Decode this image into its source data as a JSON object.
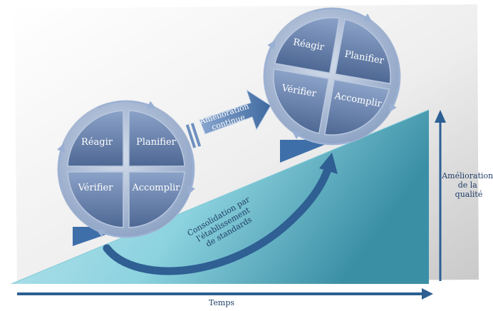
{
  "cycles": [
    {
      "quadrants": {
        "top_left": "Réagir",
        "top_right": "Planifier",
        "bottom_left": "Vérifier",
        "bottom_right": "Accomplir"
      }
    },
    {
      "quadrants": {
        "top_left": "Réagir",
        "top_right": "Planifier",
        "bottom_left": "Vérifier",
        "bottom_right": "Accomplir"
      }
    }
  ],
  "labels": {
    "continuous_improvement": [
      "Amélioration",
      "continue"
    ],
    "consolidation": [
      "Consolidation par",
      "l'établissement",
      "de standards"
    ],
    "quality_axis": [
      "Amélioration",
      "de la",
      "qualité"
    ],
    "time_axis": "Temps"
  },
  "colors": {
    "ramp_light": "#c4ecf1",
    "ramp_dark": "#3d93a8",
    "quadrant_fill": "#6f88b3",
    "quadrant_dark": "#4c6591",
    "arrow_blue": "#2f5f93",
    "axis_blue": "#2d5f93",
    "background_gray": "#d9d9d9"
  }
}
